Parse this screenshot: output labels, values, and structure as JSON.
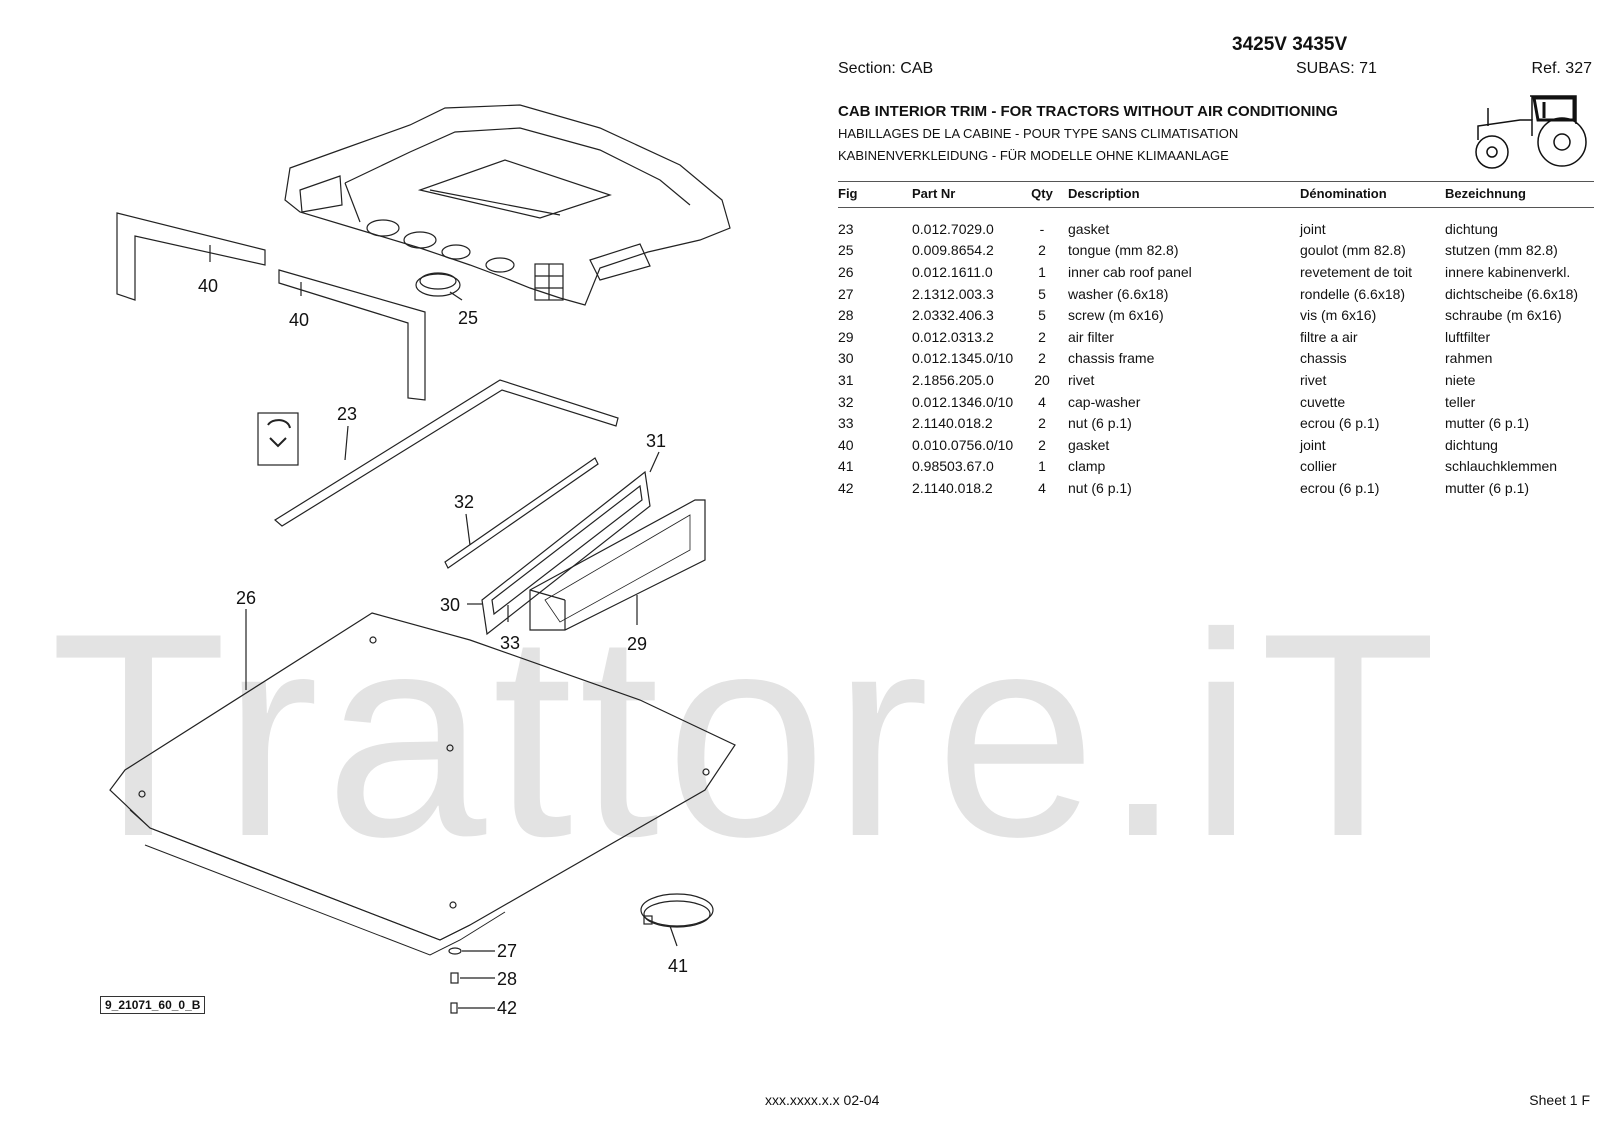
{
  "header": {
    "model": "3425V 3435V",
    "section": "Section: CAB",
    "subas": "SUBAS: 71",
    "ref": "Ref. 327",
    "title_en": "CAB INTERIOR TRIM - FOR TRACTORS WITHOUT AIR CONDITIONING",
    "title_fr": "HABILLAGES DE LA CABINE - POUR TYPE SANS CLIMATISATION",
    "title_de": "KABINENVERKLEIDUNG - FÜR MODELLE OHNE KLIMAANLAGE"
  },
  "table": {
    "columns": [
      "Fig",
      "Part Nr",
      "Qty",
      "Description",
      "Dénomination",
      "Bezeichnung"
    ],
    "rows": [
      [
        "23",
        "0.012.7029.0",
        "-",
        "gasket",
        "joint",
        "dichtung"
      ],
      [
        "25",
        "0.009.8654.2",
        "2",
        "tongue (mm 82.8)",
        "goulot (mm 82.8)",
        "stutzen (mm 82.8)"
      ],
      [
        "26",
        "0.012.1611.0",
        "1",
        "inner cab roof panel",
        "revetement de toit",
        "innere kabinenverkl."
      ],
      [
        "27",
        "2.1312.003.3",
        "5",
        "washer (6.6x18)",
        "rondelle (6.6x18)",
        "dichtscheibe (6.6x18)"
      ],
      [
        "28",
        "2.0332.406.3",
        "5",
        "screw (m 6x16)",
        "vis (m 6x16)",
        "schraube (m 6x16)"
      ],
      [
        "29",
        "0.012.0313.2",
        "2",
        "air filter",
        "filtre a air",
        "luftfilter"
      ],
      [
        "30",
        "0.012.1345.0/10",
        "2",
        "chassis frame",
        "chassis",
        "rahmen"
      ],
      [
        "31",
        "2.1856.205.0",
        "20",
        "rivet",
        "rivet",
        "niete"
      ],
      [
        "32",
        "0.012.1346.0/10",
        "4",
        "cap-washer",
        "cuvette",
        "teller"
      ],
      [
        "33",
        "2.1140.018.2",
        "2",
        "nut (6 p.1)",
        "ecrou (6 p.1)",
        "mutter (6 p.1)"
      ],
      [
        "40",
        "0.010.0756.0/10",
        "2",
        "gasket",
        "joint",
        "dichtung"
      ],
      [
        "41",
        "0.98503.67.0",
        "1",
        "clamp",
        "collier",
        "schlauchklemmen"
      ],
      [
        "42",
        "2.1140.018.2",
        "4",
        "nut (6 p.1)",
        "ecrou (6 p.1)",
        "mutter (6 p.1)"
      ]
    ]
  },
  "diagram": {
    "callouts": [
      "40",
      "40",
      "25",
      "23",
      "31",
      "32",
      "30",
      "33",
      "29",
      "26",
      "27",
      "28",
      "42",
      "41"
    ],
    "drawing_id": "9_21071_60_0_B"
  },
  "watermark": "Trattore.iT",
  "footer": {
    "code": "xxx.xxxx.x.x  02-04",
    "sheet": "Sheet 1 F"
  }
}
